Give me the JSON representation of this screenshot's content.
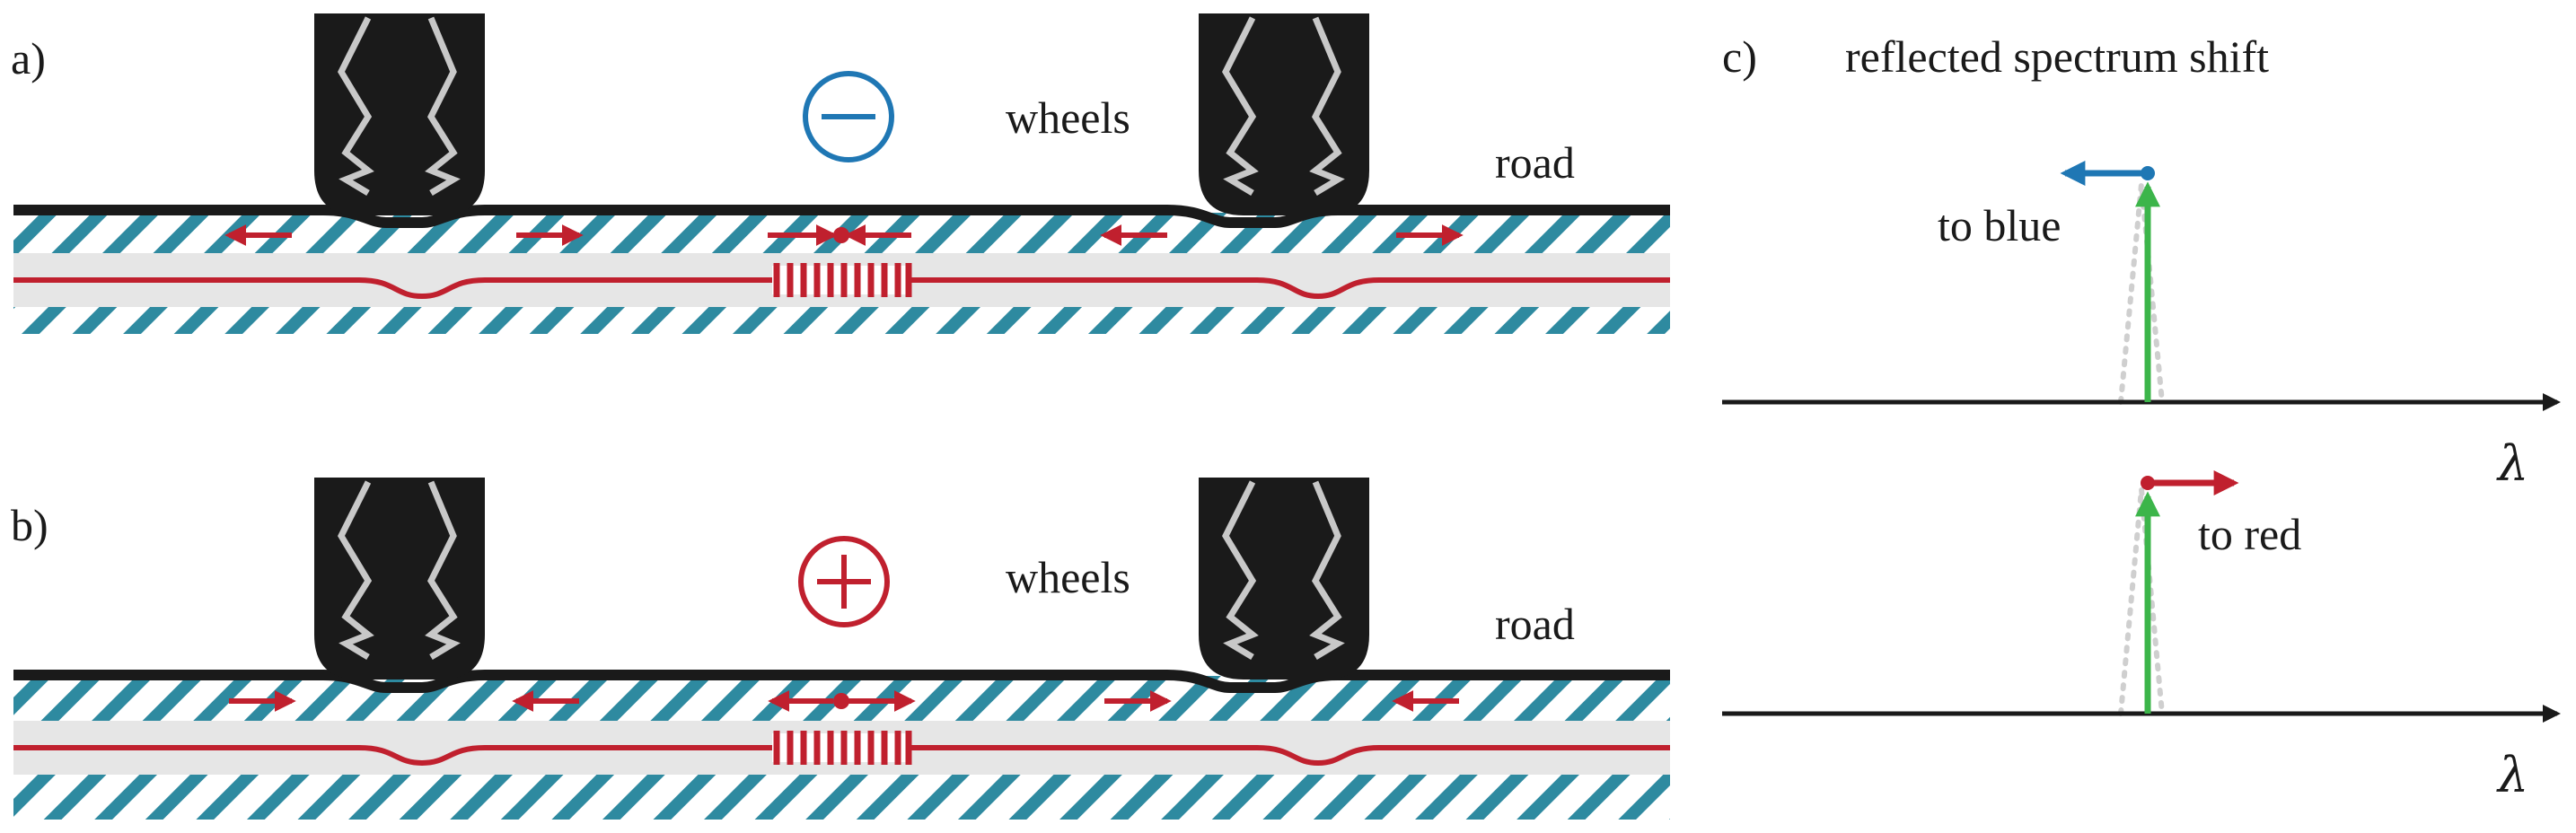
{
  "panel_a": {
    "tag": "a)",
    "sign": "minus",
    "wheels_label": "wheels",
    "road_label": "road"
  },
  "panel_b": {
    "tag": "b)",
    "sign": "plus",
    "wheels_label": "wheels",
    "road_label": "road"
  },
  "panel_c": {
    "tag": "c)",
    "title": "reflected spectrum shift",
    "top_arrow_label": "to blue",
    "bottom_arrow_label": "to red",
    "axis_label": "λ"
  },
  "colors": {
    "road": "#1a1a1a",
    "hatch": "#2e8aa0",
    "fiber": "#c0202e",
    "sheath": "#e6e6e6",
    "tire": "#1a1a1a",
    "tread": "#c8c8c8",
    "blue": "#1f77b4",
    "red": "#c0202e",
    "green": "#3cb54a",
    "peak": "#cfcfcf"
  }
}
